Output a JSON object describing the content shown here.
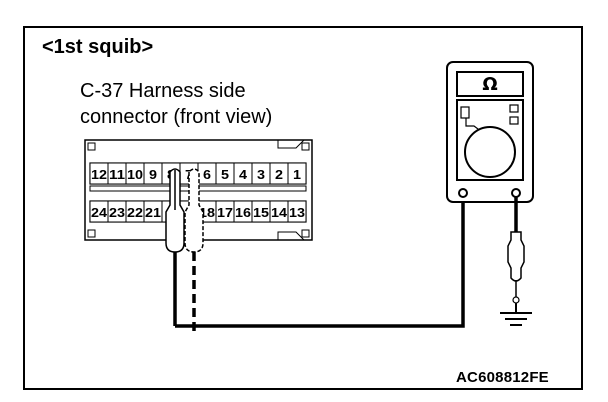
{
  "title": "<1st squib>",
  "connector": {
    "line1": "C-37 Harness side",
    "line2": "connector (front view)",
    "top_pins": [
      "12",
      "11",
      "10",
      "9",
      "8",
      "7",
      "6",
      "5",
      "4",
      "3",
      "2",
      "1"
    ],
    "bottom_pins": [
      "24",
      "23",
      "22",
      "21",
      "",
      "",
      "18",
      "17",
      "16",
      "15",
      "14",
      "13"
    ]
  },
  "meter": {
    "symbol": "Ω"
  },
  "figure_id": "AC608812FE"
}
